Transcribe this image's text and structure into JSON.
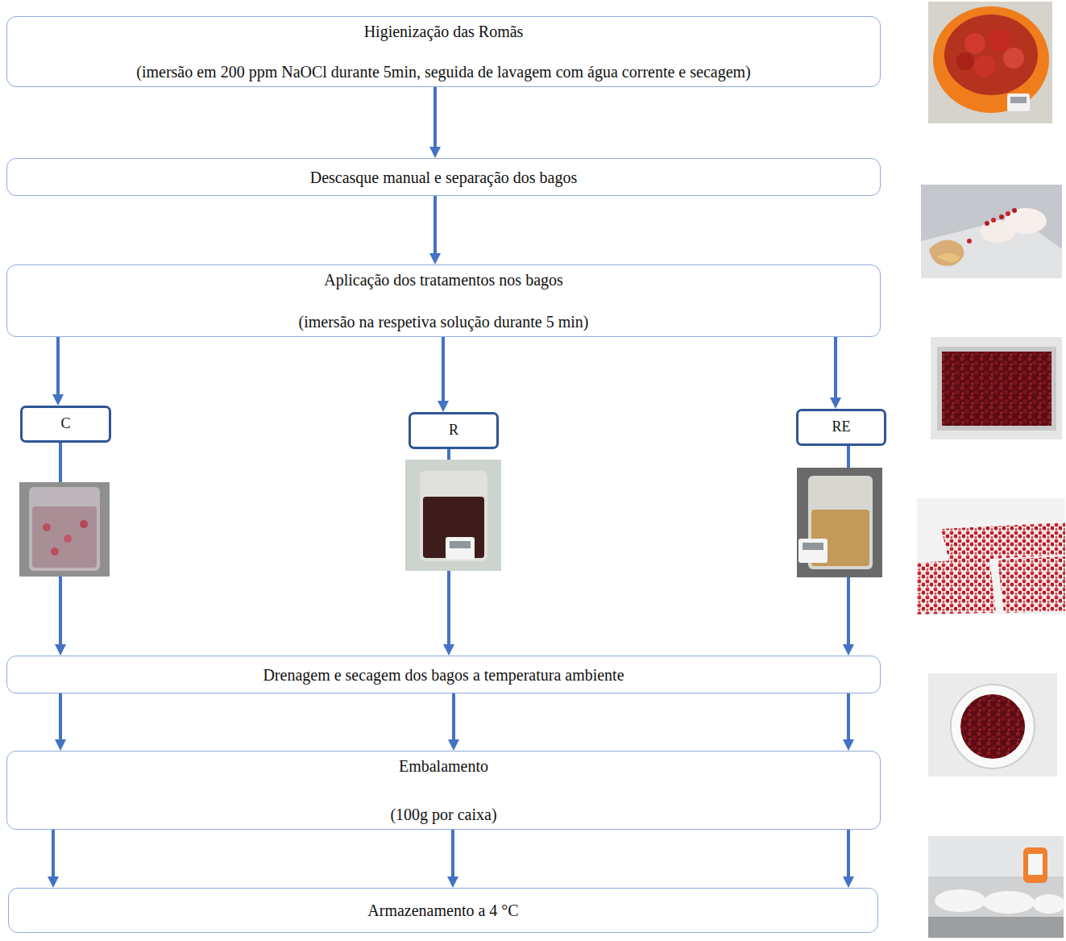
{
  "diagram": {
    "nodes": [
      {
        "text": [
          "Higienização das Romãs",
          "(imersão em 200 ppm NaOCl durante 5min, seguida de lavagem com água corrente e secagem)"
        ]
      },
      {
        "text": [
          "Descasque manual e separação dos bagos"
        ]
      },
      {
        "text": [
          "Aplicação dos tratamentos nos bagos",
          "(imersão na respetiva solução durante 5 min)"
        ]
      },
      {
        "text": [
          "C"
        ]
      },
      {
        "text": [
          "R"
        ]
      },
      {
        "text": [
          "RE"
        ]
      },
      {
        "text": [
          "Drenagem e secagem dos bagos a temperatura ambiente"
        ]
      },
      {
        "text": [
          "Embalamento",
          "(100g por caixa)"
        ]
      },
      {
        "text": [
          "Armazenamento a 4 °C"
        ]
      }
    ],
    "edges": [
      {
        "from": 0,
        "to": 1,
        "arrow": "to"
      },
      {
        "from": 1,
        "to": 2,
        "arrow": "to"
      },
      {
        "from": 2,
        "to": 3,
        "arrow": "to"
      },
      {
        "from": 2,
        "to": 4,
        "arrow": "to"
      },
      {
        "from": 2,
        "to": 5,
        "arrow": "to"
      },
      {
        "from": 3,
        "to": 6,
        "arrow": "to"
      },
      {
        "from": 4,
        "to": 6,
        "arrow": "to"
      },
      {
        "from": 5,
        "to": 6,
        "arrow": "to"
      },
      {
        "from": 6,
        "to": 7,
        "arrow": "to"
      },
      {
        "from": 6,
        "to": 7,
        "arrow": "to"
      },
      {
        "from": 6,
        "to": 7,
        "arrow": "to"
      },
      {
        "from": 7,
        "to": 8,
        "arrow": "to"
      },
      {
        "from": 7,
        "to": 8,
        "arrow": "to"
      },
      {
        "from": 7,
        "to": 8,
        "arrow": "to"
      }
    ]
  }
}
